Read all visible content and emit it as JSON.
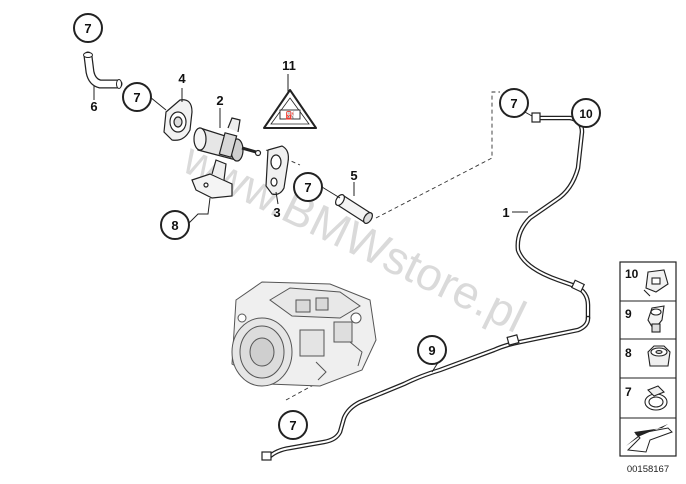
{
  "diagram": {
    "watermark": "www.BMWstore.pl",
    "part_number": "00158167"
  },
  "callouts": {
    "c1": "7",
    "c2": "7",
    "c3": "7",
    "c4": "7",
    "c5": "7",
    "c6": "8",
    "c7": "9",
    "c8": "10",
    "c9": "11"
  },
  "labels": {
    "l1": "1",
    "l2": "2",
    "l3": "3",
    "l4": "4",
    "l5": "5",
    "l6": "6"
  },
  "legend": {
    "items": [
      {
        "num": "10",
        "icon": "clip-icon"
      },
      {
        "num": "9",
        "icon": "hose-clamp-icon"
      },
      {
        "num": "8",
        "icon": "nut-icon"
      },
      {
        "num": "7",
        "icon": "band-clamp-icon"
      }
    ],
    "arrow_icon": "arrow-box-icon"
  }
}
